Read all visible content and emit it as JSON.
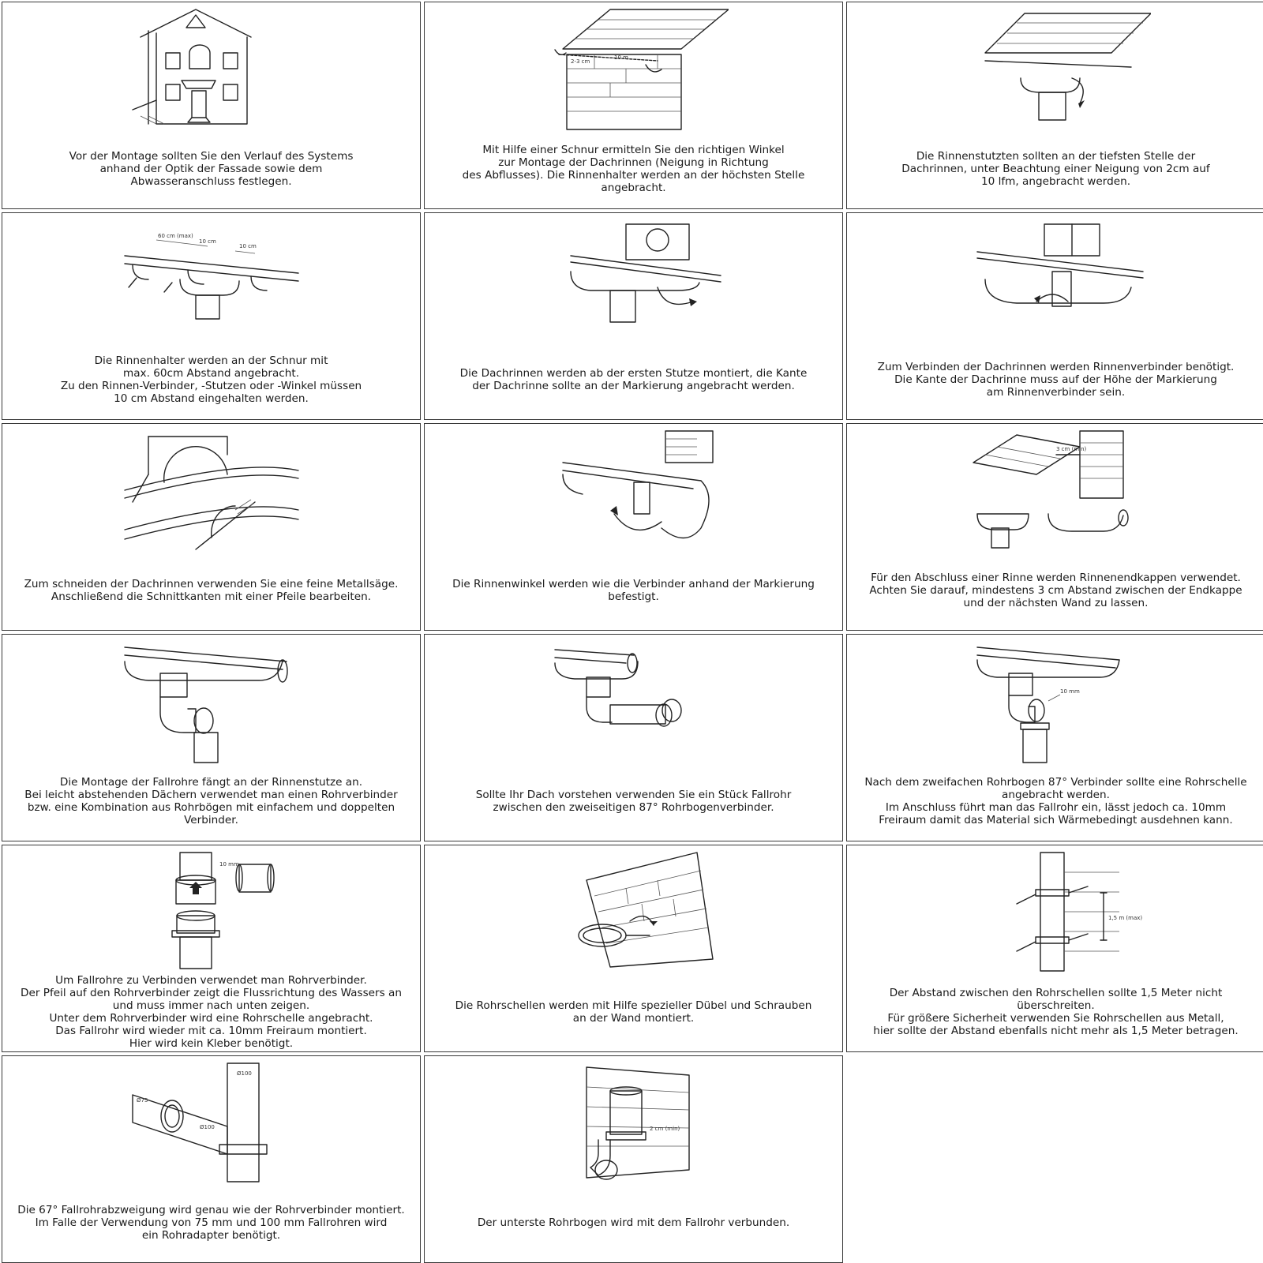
{
  "steps": [
    {
      "icon": "house-facade-icon",
      "caption": "Vor der Montage sollten Sie den Verlauf des Systems\nanhand der Optik der Fassade sowie dem\nAbwasseranschluss festlegen."
    },
    {
      "icon": "string-slope-icon",
      "caption": "Mit Hilfe einer Schnur ermitteln Sie den richtigen Winkel\nzur Montage der Dachrinnen (Neigung in Richtung\ndes Abflusses). Die Rinnenhalter werden an der höchsten Stelle\nangebracht.",
      "labels": [
        "2-3 cm",
        "10 m"
      ]
    },
    {
      "icon": "gutter-outlet-icon",
      "caption": "Die Rinnenstutzten sollten an der tiefsten Stelle der\nDachrinnen, unter Beachtung einer Neigung von 2cm auf\n10 lfm, angebracht werden."
    },
    {
      "icon": "gutter-hangers-icon",
      "caption": "Die Rinnenhalter werden an der Schnur mit\nmax. 60cm Abstand angebracht.\nZu den Rinnen-Verbinder, -Stutzen oder -Winkel müssen\n10 cm Abstand eingehalten werden.",
      "labels": [
        "60 cm (max)",
        "10 cm",
        "10 cm"
      ]
    },
    {
      "icon": "gutter-mounting-icon",
      "caption": "Die Dachrinnen werden ab der ersten Stutze montiert, die Kante\nder Dachrinne sollte an der Markierung angebracht werden."
    },
    {
      "icon": "gutter-connector-icon",
      "caption": "Zum Verbinden der Dachrinnen werden Rinnenverbinder benötigt.\nDie Kante der Dachrinne muss auf der Höhe der Markierung\nam Rinnenverbinder sein."
    },
    {
      "icon": "saw-file-icon",
      "caption": "Zum schneiden der Dachrinnen verwenden Sie eine feine Metallsäge.\nAnschließend die Schnittkanten mit einer Pfeile bearbeiten."
    },
    {
      "icon": "gutter-corner-icon",
      "caption": "Die Rinnenwinkel werden wie die Verbinder anhand der Markierung\nbefestigt."
    },
    {
      "icon": "end-cap-icon",
      "caption": "Für den Abschluss einer Rinne werden Rinnenendkappen verwendet.\nAchten Sie darauf, mindestens 3 cm Abstand zwischen der Endkappe\nund der nächsten Wand zu lassen.",
      "labels": [
        "3 cm (min)"
      ]
    },
    {
      "icon": "downpipe-start-icon",
      "caption": "Die Montage der Fallrohre fängt an der Rinnenstutze an.\nBei leicht abstehenden Dächern verwendet man einen Rohrverbinder\nbzw. eine Kombination aus Rohrbögen mit einfachem und doppelten\nVerbinder."
    },
    {
      "icon": "pipe-bend-extension-icon",
      "caption": "Sollte Ihr Dach vorstehen verwenden Sie ein Stück Fallrohr\nzwischen den zweiseitigen 87° Rohrbogenverbinder."
    },
    {
      "icon": "pipe-clamp-gap-icon",
      "caption": "Nach dem zweifachen Rohrbogen 87° Verbinder sollte eine Rohrschelle\nangebracht werden.\nIm Anschluss führt man das Fallrohr ein, lässt jedoch ca. 10mm\nFreiraum damit das Material sich Wärmebedingt ausdehnen kann.",
      "labels": [
        "10 mm"
      ]
    },
    {
      "icon": "pipe-coupler-icon",
      "caption": "Um Fallrohre zu Verbinden verwendet man Rohrverbinder.\nDer Pfeil auf den Rohrverbinder zeigt die Flussrichtung des Wassers an\nund muss immer nach unten zeigen.\nUnter dem Rohrverbinder wird eine Rohrschelle angebracht.\nDas Fallrohr wird wieder mit ca. 10mm Freiraum montiert.\nHier wird kein Kleber benötigt.",
      "labels": [
        "10 mm"
      ]
    },
    {
      "icon": "wall-clamp-icon",
      "caption": "Die Rohrschellen werden mit Hilfe spezieller Dübel und Schrauben\nan der Wand montiert."
    },
    {
      "icon": "clamp-spacing-icon",
      "caption": "Der Abstand zwischen den Rohrschellen sollte 1,5 Meter nicht überschreiten.\nFür größere Sicherheit verwenden Sie Rohrschellen aus Metall,\nhier sollte der Abstand ebenfalls nicht mehr als 1,5 Meter betragen.",
      "labels": [
        "1,5 m (max)"
      ]
    },
    {
      "icon": "branch-adapter-icon",
      "caption": "Die 67° Fallrohrabzweigung wird genau wie der Rohrverbinder montiert.\nIm Falle der Verwendung von 75 mm und 100 mm Fallrohren wird\nein Rohradapter benötigt.",
      "labels": [
        "Ø100",
        "Ø75",
        "Ø100"
      ]
    },
    {
      "icon": "bottom-bend-icon",
      "caption": "Der unterste Rohrbogen wird mit dem Fallrohr verbunden.",
      "labels": [
        "2 cm (min)"
      ]
    }
  ]
}
